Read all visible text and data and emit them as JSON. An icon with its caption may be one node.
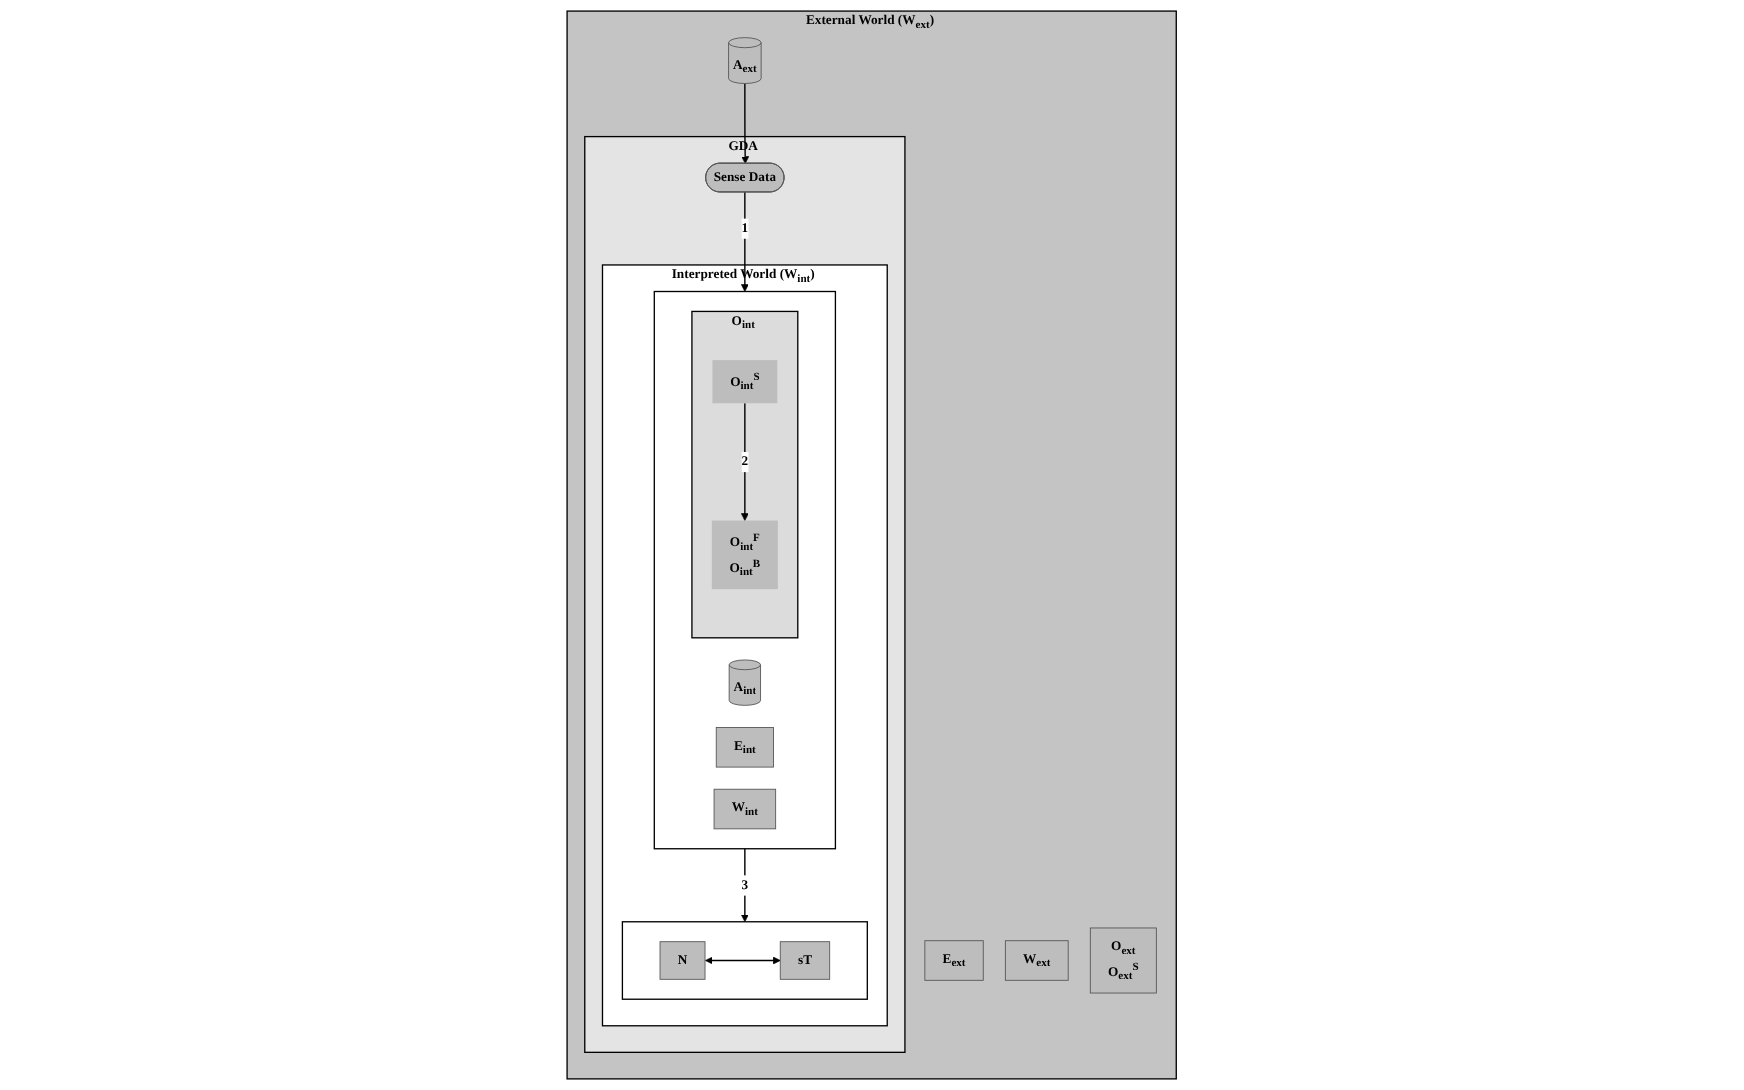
{
  "diagram": {
    "nodes": [
      {
        "text": [
          "External World (W$_{ext}$)"
        ]
      },
      {
        "text": [
          "A$_{ext}$"
        ],
        "in": 0
      },
      {
        "text": [
          "E$_{ext}$"
        ],
        "in": 0
      },
      {
        "text": [
          "W$_{ext}$"
        ],
        "in": 0
      },
      {
        "text": [
          "O$_{ext}$",
          "O$_{ext}$$^{S}$"
        ],
        "in": 0
      },
      {
        "text": [
          "GDA"
        ],
        "in": 0
      },
      {
        "text": [
          "Sense Data"
        ],
        "in": 5
      },
      {
        "text": [
          "Interpreted World (W$_{int}$)"
        ],
        "in": 5
      },
      {
        "text": [],
        "shape": "box",
        "in": 7
      },
      {
        "text": [
          "A$_{int}$"
        ],
        "in": 8
      },
      {
        "text": [
          "E$_{int}$"
        ],
        "in": 8
      },
      {
        "text": [
          "W$_{int}$"
        ],
        "in": 8
      },
      {
        "text": [
          "O$_{int}$"
        ],
        "in": 8
      },
      {
        "text": [
          "O$_{int}$$^{S}$"
        ],
        "in": 12
      },
      {
        "text": [
          "O$_{int}$$^{F}$",
          "O$_{int}$$^{B}$"
        ],
        "in": 12
      },
      {
        "text": [],
        "shape": "box",
        "in": 7
      },
      {
        "text": [
          "N"
        ],
        "in": 15
      },
      {
        "text": [
          "sT"
        ],
        "in": 15
      }
    ],
    "edges": [
      {
        "from": 1,
        "to": 6,
        "arrow": "to"
      },
      {
        "from": 6,
        "to": 8,
        "label": "1",
        "arrow": "to"
      },
      {
        "from": 13,
        "to": 14,
        "label": "2",
        "arrow": "to"
      },
      {
        "from": 8,
        "to": 15,
        "label": "3",
        "arrow": "to"
      },
      {
        "from": 16,
        "to": 17,
        "arrow": "both"
      }
    ]
  }
}
